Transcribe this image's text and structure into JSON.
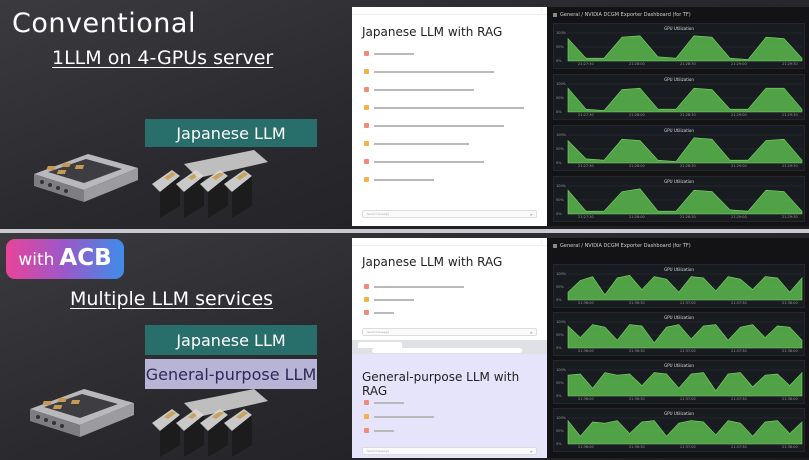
{
  "conventional": {
    "title": "Conventional",
    "subtitle": "1LLM on 4-GPUs server",
    "model_box": "Japanese LLM",
    "chat": {
      "title": "Japanese LLM with RAG",
      "message_count": 8,
      "input_placeholder": "Send message"
    },
    "dashboard": {
      "title": "General / NVIDIA DCGM Exporter Dashboard (for TF)",
      "panels": [
        {
          "title": "GPU Utilization",
          "levels": [
            0.8,
            0.1,
            0.1,
            0.85,
            0.9,
            0.15,
            0.1,
            0.9,
            0.85,
            0.1,
            0.05,
            0.85,
            0.8,
            0.1
          ]
        },
        {
          "title": "GPU Utilization",
          "levels": [
            0.85,
            0.1,
            0.05,
            0.8,
            0.85,
            0.1,
            0.1,
            0.85,
            0.8,
            0.1,
            0.1,
            0.85,
            0.85,
            0.1
          ]
        },
        {
          "title": "GPU Utilization",
          "levels": [
            0.8,
            0.15,
            0.1,
            0.85,
            0.8,
            0.1,
            0.05,
            0.9,
            0.85,
            0.1,
            0.1,
            0.8,
            0.85,
            0.1
          ]
        },
        {
          "title": "GPU Utilization",
          "levels": [
            0.85,
            0.1,
            0.1,
            0.8,
            0.9,
            0.1,
            0.1,
            0.85,
            0.8,
            0.15,
            0.1,
            0.85,
            0.8,
            0.1
          ]
        }
      ],
      "x_ticks": [
        "21:27:30",
        "21:28:00",
        "21:28:30",
        "21:29:00",
        "21:29:30"
      ],
      "y_ticks": [
        "100%",
        "50%",
        "0%"
      ]
    }
  },
  "acb": {
    "badge_with": "with",
    "badge_acb": "ACB",
    "subtitle": "Multiple LLM services",
    "model_box_1": "Japanese LLM",
    "model_box_2": "General-purpose LLM",
    "chat_jp": {
      "title": "Japanese LLM with RAG",
      "message_count": 3,
      "input_placeholder": "Send message"
    },
    "chat_gp": {
      "title": "General-purpose LLM with RAG",
      "message_count": 3,
      "input_placeholder": "Send message"
    },
    "dashboard": {
      "title": "General / NVIDIA DCGM Exporter Dashboard (for TF)",
      "panels": [
        {
          "title": "GPU Utilization",
          "levels": [
            0.3,
            0.75,
            0.9,
            0.2,
            0.85,
            0.95,
            0.4,
            0.9,
            0.8,
            0.3,
            0.9,
            0.85,
            0.35,
            0.9,
            0.8,
            0.4,
            0.9,
            0.85,
            0.3,
            0.85
          ]
        },
        {
          "title": "GPU Utilization",
          "levels": [
            0.85,
            0.4,
            0.9,
            0.8,
            0.3,
            0.9,
            0.85,
            0.2,
            0.8,
            0.9,
            0.35,
            0.85,
            0.9,
            0.3,
            0.8,
            0.9,
            0.4,
            0.85,
            0.8,
            0.3
          ]
        },
        {
          "title": "GPU Utilization",
          "levels": [
            0.8,
            0.85,
            0.3,
            0.9,
            0.8,
            0.85,
            0.4,
            0.9,
            0.85,
            0.3,
            0.85,
            0.9,
            0.2,
            0.85,
            0.9,
            0.35,
            0.8,
            0.85,
            0.4,
            0.9
          ]
        },
        {
          "title": "GPU Utilization",
          "levels": [
            0.9,
            0.3,
            0.85,
            0.8,
            0.9,
            0.4,
            0.85,
            0.9,
            0.3,
            0.8,
            0.9,
            0.85,
            0.35,
            0.9,
            0.8,
            0.3,
            0.85,
            0.9,
            0.4,
            0.85
          ]
        }
      ],
      "x_ticks": [
        "21:36:00",
        "21:36:30",
        "21:37:00",
        "21:37:30",
        "21:38:00"
      ],
      "y_ticks": [
        "100%",
        "50%",
        "0%"
      ]
    }
  },
  "colors": {
    "teal_box": "#286f6b",
    "lavender_box": "#b8b4d6",
    "gauge_green": "#5cb94d",
    "acb_gradient_start": "#e8449b",
    "acb_gradient_end": "#3d8dea"
  }
}
